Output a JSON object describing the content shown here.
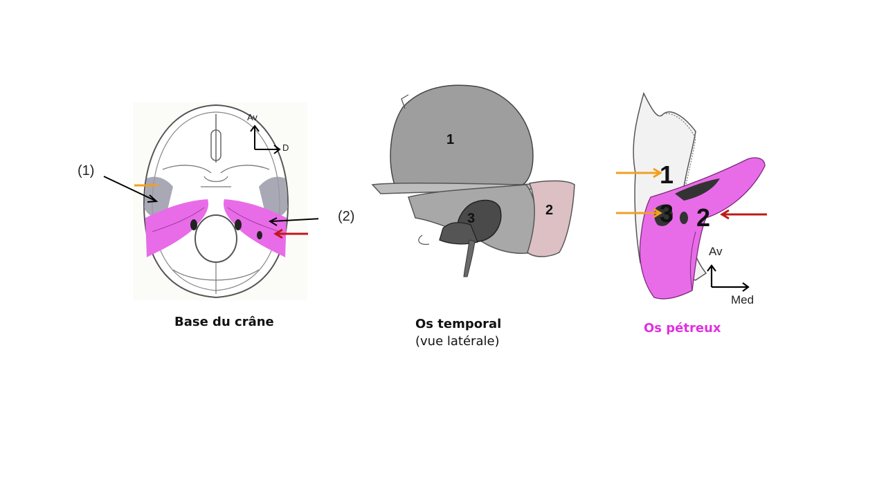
{
  "panels": {
    "skull_base": {
      "caption": "Base du crâne",
      "label_1": "(1)",
      "label_2": "(2)",
      "orient_front": "Av",
      "orient_right": "D"
    },
    "temporal": {
      "caption": "Os temporal",
      "caption_sub": "(vue latérale)",
      "part_1": "1",
      "part_2": "2",
      "part_3": "3"
    },
    "petrous": {
      "caption": "Os pétreux",
      "part_1": "1",
      "part_2": "2",
      "part_3": "3",
      "orient_front": "Av",
      "orient_medial": "Med"
    }
  },
  "colors": {
    "petrous_pink": "#e86ce8",
    "bone_gray": "#a9a9a9",
    "dark_region": "#3a3a3a",
    "orange_arrow": "#f0a020",
    "red_arrow": "#c01818",
    "caption_magenta": "#e030e0"
  }
}
